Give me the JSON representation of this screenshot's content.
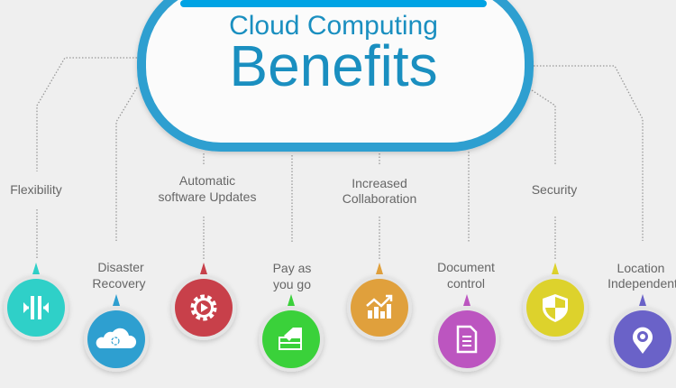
{
  "title": {
    "line1": "Cloud Computing",
    "line2": "Benefits"
  },
  "colors": {
    "title": "#1a8fc0",
    "pill_border": "#2e9fd0",
    "top_bar": "#00a3e4",
    "background": "#efefef",
    "label": "#666666"
  },
  "benefits": [
    {
      "lines": [
        "Flexibility"
      ],
      "icon": "arrows-split-icon",
      "color": "#2fd0c8"
    },
    {
      "lines": [
        "Disaster",
        "Recovery"
      ],
      "icon": "cloud-recycle-icon",
      "color": "#2e9fd0"
    },
    {
      "lines": [
        "Automatic",
        "software Updates"
      ],
      "icon": "gear-play-icon",
      "color": "#c8404a"
    },
    {
      "lines": [
        "Pay as",
        "you go"
      ],
      "icon": "hand-card-icon",
      "color": "#3ad13a"
    },
    {
      "lines": [
        "Increased",
        "Collaboration"
      ],
      "icon": "growth-chart-icon",
      "color": "#e0a03c"
    },
    {
      "lines": [
        "Document",
        "control"
      ],
      "icon": "document-icon",
      "color": "#bc55c0"
    },
    {
      "lines": [
        "Security"
      ],
      "icon": "shield-icon",
      "color": "#ddd22c"
    },
    {
      "lines": [
        "Location",
        "Independent"
      ],
      "icon": "location-pin-icon",
      "color": "#6a62c8"
    }
  ]
}
